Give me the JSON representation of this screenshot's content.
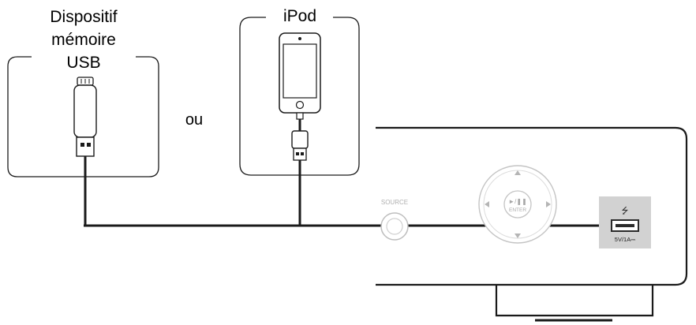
{
  "devices": {
    "usb_stick": {
      "label_line1": "Dispositif",
      "label_line2": "mémoire",
      "label_line3": "USB"
    },
    "ipod": {
      "label": "iPod"
    },
    "separator": "ou"
  },
  "receiver": {
    "source_label": "SOURCE",
    "enter_label": "ENTER",
    "play_pause_symbol": "►/❚❚",
    "usb_port_rating": "5V/1A⎓",
    "usb_symbol": "⭍"
  },
  "colors": {
    "line": "#1a1a1a",
    "outline_light": "#bdbdbd",
    "usb_panel": "#d2d2d2"
  }
}
